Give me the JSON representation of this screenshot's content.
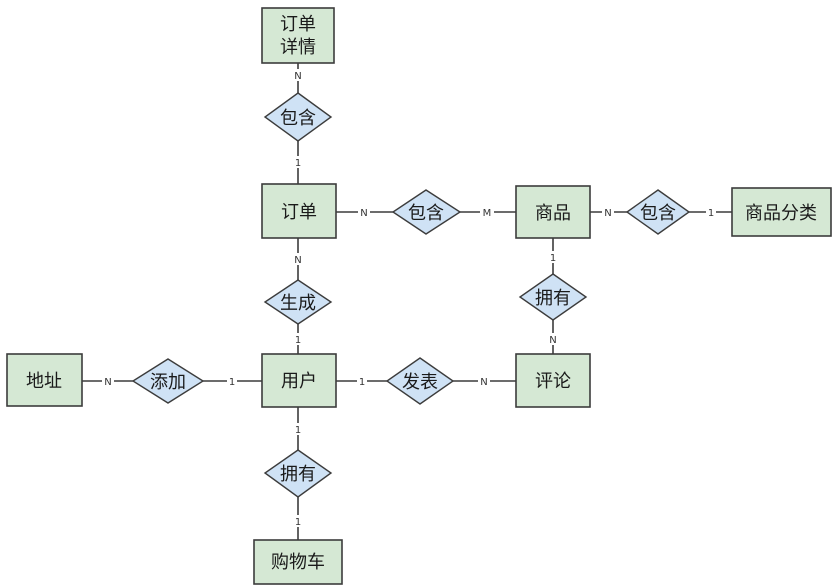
{
  "entities": {
    "order_detail": {
      "line1": "订单",
      "line2": "详情"
    },
    "order": "订单",
    "product": "商品",
    "product_category": "商品分类",
    "address": "地址",
    "user": "用户",
    "review": "评论",
    "cart": "购物车"
  },
  "relationships": {
    "order_contains_detail": "包含",
    "order_contains_product": "包含",
    "product_in_category": "包含",
    "product_has_review": "拥有",
    "user_generates_order": "生成",
    "user_adds_address": "添加",
    "user_posts_review": "发表",
    "user_has_cart": "拥有"
  },
  "cardinalities": {
    "detail_n": "N",
    "order_1_top": "1",
    "order_n_right": "N",
    "product_m": "M",
    "product_n_right": "N",
    "category_1": "1",
    "product_1_bottom": "1",
    "review_n_top": "N",
    "order_n_bottom": "N",
    "user_1_top": "1",
    "address_n": "N",
    "user_1_left": "1",
    "user_1_right": "1",
    "review_n_left": "N",
    "user_1_bottom": "1",
    "cart_1": "1"
  },
  "colors": {
    "entity_fill": "#d5e8d4",
    "relationship_fill": "#cfe2f5",
    "stroke": "#3c3c3c"
  }
}
